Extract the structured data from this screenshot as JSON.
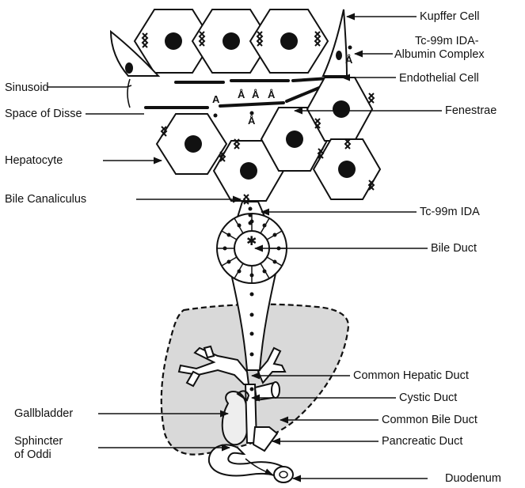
{
  "labels": {
    "kupffer_cell": "Kupffer Cell",
    "albumin_complex_line1": "Tc-99m IDA-",
    "albumin_complex_line2": "Albumin Complex",
    "endothelial_cell": "Endothelial Cell",
    "fenestrae": "Fenestrae",
    "sinusoid": "Sinusoid",
    "space_of_disse": "Space of Disse",
    "hepatocyte": "Hepatocyte",
    "bile_canaliculus": "Bile Canaliculus",
    "tc99m_ida": "Tc-99m IDA",
    "bile_duct": "Bile Duct",
    "common_hepatic_duct": "Common Hepatic Duct",
    "cystic_duct": "Cystic Duct",
    "common_bile_duct": "Common Bile Duct",
    "pancreatic_duct": "Pancreatic Duct",
    "gallbladder": "Gallbladder",
    "sphincter_line1": "Sphincter",
    "sphincter_line2": "of Oddi",
    "duodenum": "Duodenum"
  },
  "colors": {
    "ink": "#111111",
    "liver_fill": "#d9d9d9",
    "background": "#ffffff"
  }
}
